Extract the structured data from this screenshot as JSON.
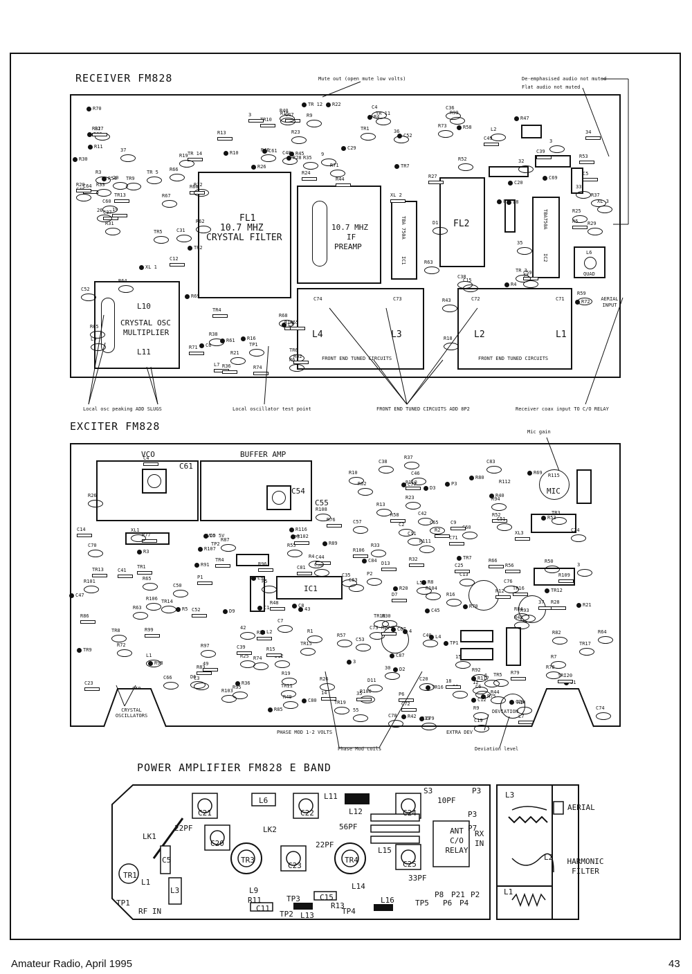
{
  "receiver": {
    "title": "RECEIVER FM828",
    "annotations": {
      "mute_out": "Mute out (open mute low volts)",
      "de_emphasised": "De-emphasised audio not muted",
      "flat_audio": "Flat audio not muted",
      "local_osc_peaking": "Local osc peaking ADD SLUGS",
      "local_osc_test_point": "Local oscillator test point",
      "front_end_add": "FRONT END TUNED CIRCUITS ADD 8P2",
      "coax_input": "Receiver coax input TO C/O RELAY"
    },
    "crystal_filter": {
      "name": "FL1",
      "freq": "10.7 MHZ",
      "desc": "CRYSTAL FILTER"
    },
    "if_preamp": {
      "freq": "10.7 MHZ",
      "line2": "IF",
      "line3": "PREAMP"
    },
    "fl2": "FL2",
    "ic1": "IC1",
    "ic1_part": "TBA 750A",
    "ic2": "IC2",
    "ic2_part": "TBA750A",
    "osc_box": {
      "top": "L10",
      "line1": "CRYSTAL OSC",
      "line2": "MULTIPLIER",
      "bottom": "L11"
    },
    "front_end_left": {
      "c_left": "C74",
      "c_right": "C73",
      "l_left": "L4",
      "l_right": "L3",
      "caption": "FRONT END TUNED CIRCUITS"
    },
    "front_end_right": {
      "c_left": "C72",
      "c_right": "C71",
      "l_left": "L2",
      "l_right": "L1",
      "caption": "FRONT END TUNED CIRCUITS"
    },
    "aerial_input": "AERIAL INPUT",
    "quad": "QUAD",
    "l6": "L6",
    "components": [
      "19",
      "3",
      "TR7",
      "C48",
      "R44",
      "L9",
      "R45",
      "37",
      "C47",
      "XL 3",
      "C69",
      "R68",
      "TR 14",
      "R73",
      "R69",
      "R67",
      "R71",
      "33",
      "L3",
      "32",
      "34",
      "L2",
      "TR 12",
      "R62",
      "C64",
      "R66",
      "R58",
      "TR 11",
      "TR10",
      "R59",
      "R61",
      "R63",
      "R60",
      "R65",
      "R70",
      "TR 5",
      "C59",
      "TR6",
      "L8",
      "R40",
      "XL 2",
      "R43",
      "R4",
      "C46",
      "R42",
      "36",
      "C52",
      "TR5",
      "L7",
      "R37",
      "XL 1",
      "R38",
      "C49",
      "35",
      "R39",
      "R35",
      "R36",
      "C52",
      "R47",
      "R46",
      "R74",
      "R71",
      "R10",
      "D1",
      "C12",
      "TP1",
      "R11",
      "R12",
      "R13",
      "C15",
      "TR2",
      "R64",
      "TR13",
      "R17",
      "R16",
      "R18",
      "R14",
      "R15",
      "C20",
      "R19",
      "R20",
      "R21",
      "R22",
      "R23",
      "R24",
      "C31",
      "C29",
      "R9",
      "R5",
      "R6",
      "R4",
      "R3",
      "C5",
      "C4",
      "C6",
      "TR1",
      "R53",
      "20",
      "R30",
      "R33",
      "R32",
      "TR9",
      "R54",
      "C60",
      "TR4",
      "TR 3",
      "R28",
      "R52",
      "R55",
      "R31",
      "C61",
      "C38",
      "C37",
      "C36",
      "R26",
      "R25",
      "R27",
      "R29",
      "R72",
      "R99",
      "C39",
      "25",
      "8",
      "26",
      "3",
      "9"
    ]
  },
  "exciter": {
    "title": "EXCITER FM828",
    "annotations": {
      "mic_gain": "Mic gain",
      "crystal_oscillators": "CRYSTAL OSCILLATORS",
      "phase_mod": "PHASE MOD 1-2 VOLTS",
      "phase_mod_coils": "Phase Mod coils",
      "extra_dev": "EXTRA DEV",
      "deviation_level": "Deviation level",
      "deviation": "DEVIATION",
      "vco_5v": "VCO 5V",
      "tp2": "TP2"
    },
    "vco_label": "VCO",
    "buffer_label": "BUFFER AMP",
    "c61": "C61",
    "l8": "L8",
    "l6": "L6",
    "c54": "C54",
    "c55": "C55",
    "mic": "MIC",
    "r112": "R112",
    "r115": "R115",
    "ic1": "IC1",
    "components": [
      "L7",
      "TR14",
      "C67",
      "R78",
      "R77",
      "C66",
      "D9",
      "C60",
      "R76",
      "C65",
      "R75",
      "R74",
      "D7",
      "R72",
      "R70",
      "C63",
      "TR13",
      "C58",
      "R69",
      "C57",
      "R66",
      "R64",
      "TR12",
      "R65",
      "C52",
      "C50",
      "4",
      "R63",
      "C39",
      "C42",
      "R116",
      "R43",
      "37",
      "36",
      "R40",
      "R39",
      "R38",
      "C53",
      "R36",
      "R37",
      "R48",
      "C50",
      "R53",
      "C46",
      "R58",
      "R57",
      "C45",
      "R50",
      "R56",
      "R55",
      "C47",
      "R49",
      "C44",
      "TR10",
      "TR7",
      "TR11",
      "R52",
      "R62",
      "TR9",
      "TR8",
      "P1",
      "P2",
      "P3",
      "C51",
      "14",
      "30",
      "31",
      "R111",
      "R109",
      "R108",
      "C87",
      "R106",
      "R110",
      "R104",
      "C84",
      "R44",
      "R106",
      "R103",
      "R102",
      "D12",
      "C81",
      "C83",
      "C80",
      "D11",
      "D13",
      "R101",
      "R98",
      "R100",
      "R99",
      "C76",
      "R107",
      "R97",
      "TRI20",
      "TR19",
      "C79",
      "R94",
      "C72",
      "R92",
      "R117",
      "TR17",
      "TR16",
      "R93",
      "R91",
      "P5",
      "P6",
      "R95",
      "C77",
      "C78",
      "R96",
      "15",
      "3",
      "12",
      "P7",
      "6",
      "43",
      "42",
      "C4",
      "C3",
      "C1",
      "L1",
      "TR1",
      "C2",
      "R3",
      "R1",
      "35",
      "XL1",
      "C8",
      "C13",
      "C14",
      "R19",
      "L2",
      "R4",
      "R2",
      "C6",
      "C12",
      "C11",
      "TR4",
      "R13",
      "R5",
      "C7",
      "XL3",
      "R7",
      "L3",
      "R9",
      "C9",
      "R10",
      "R8",
      "3",
      "49",
      "TR3",
      "R21",
      "R14",
      "R12",
      "C20",
      "L4",
      "R23",
      "C23",
      "C24",
      "D5",
      "C19",
      "R15",
      "R16",
      "D2",
      "D6",
      "18",
      "TR5",
      "C28",
      "R30",
      "R32",
      "R33",
      "D3",
      "R26",
      "C25",
      "R25",
      "R20",
      "L5",
      "R79",
      "TR15",
      "TR16",
      "C73",
      "R83",
      "R84",
      "R85",
      "C74",
      "C71",
      "R82",
      "R89",
      "R87",
      "R86",
      "C70",
      "R80",
      "C40",
      "C41",
      "C35",
      "R42",
      "C38",
      "R27",
      "55",
      "TP1",
      "R26",
      "R28"
    ]
  },
  "power_amp": {
    "title": "POWER AMPLIFIER FM828 E BAND",
    "labels": {
      "c21": "C21",
      "c22": "C22",
      "c24": "C24",
      "c20": "C20",
      "c23": "C23",
      "c25": "C25",
      "l6": "L6",
      "l11": "L11",
      "l12": "L12",
      "l15": "L15",
      "l14": "L14",
      "l16": "L16",
      "l13": "L13",
      "l9": "L9",
      "l3": "L3",
      "l1": "L1",
      "tr1": "TR1",
      "tr3": "TR3",
      "tr4": "TR4",
      "c5": "C5",
      "lk1": "LK1",
      "lk2": "LK2",
      "c11": "C11",
      "c15": "C15",
      "r11": "R11",
      "r13": "R13",
      "cap_22pf_a": "22PF",
      "cap_22pf_b": "22PF",
      "cap_56pf": "56PF",
      "cap_10pf": "10PF",
      "cap_33pf": "33PF",
      "relay": "ANT C/O RELAY",
      "rx_in": "RX IN",
      "s3": "S3",
      "p3a": "P3",
      "p3b": "P3",
      "p7": "P7",
      "tp1": "TP1",
      "tp2": "TP2",
      "tp3": "TP3",
      "tp4": "TP4",
      "tp5": "TP5",
      "p8": "P8",
      "p21": "P21",
      "p2": "P2",
      "p6": "P6",
      "p4": "P4",
      "rf_in": "RF IN",
      "harmonic_filter": "HARMONIC FILTER",
      "aerial": "AERIAL",
      "hf_l3": "L3",
      "hf_l2": "L2",
      "hf_l1": "L1"
    }
  },
  "footer": {
    "left": "Amateur Radio, April 1995",
    "right": "43"
  }
}
